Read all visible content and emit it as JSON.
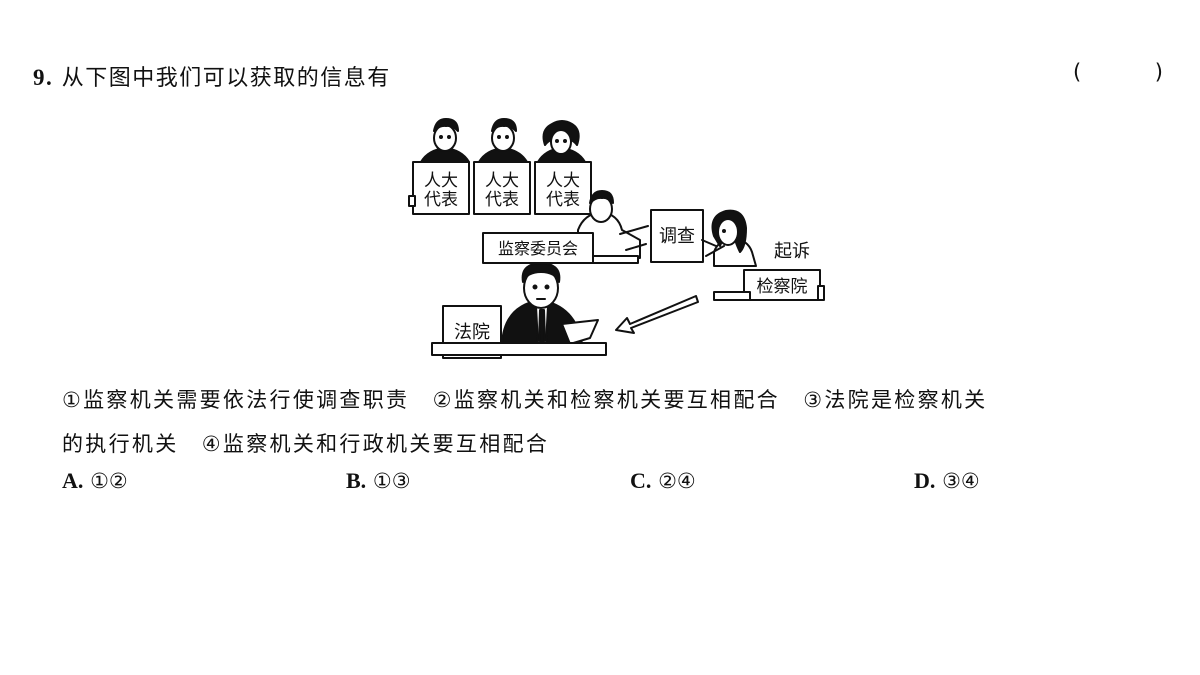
{
  "question": {
    "number": "9.",
    "stem": "从下图中我们可以获取的信息有",
    "answer_paren_left": "(",
    "answer_paren_right": ")"
  },
  "figure": {
    "deputy_sign_line1": "人大",
    "deputy_sign_line2": "代表",
    "supervision_label": "监察委员会",
    "investigate_label": "调查",
    "prosecute_label": "起诉",
    "procuratorate_label": "检察院",
    "court_label": "法院"
  },
  "statements": {
    "line1": "①监察机关需要依法行使调查职责　②监察机关和检察机关要互相配合　③法院是检察机关",
    "line2": "的执行机关　④监察机关和行政机关要互相配合"
  },
  "choices": [
    {
      "letter": "A.",
      "text": "①②"
    },
    {
      "letter": "B.",
      "text": "①③"
    },
    {
      "letter": "C.",
      "text": "②④"
    },
    {
      "letter": "D.",
      "text": "③④"
    }
  ]
}
